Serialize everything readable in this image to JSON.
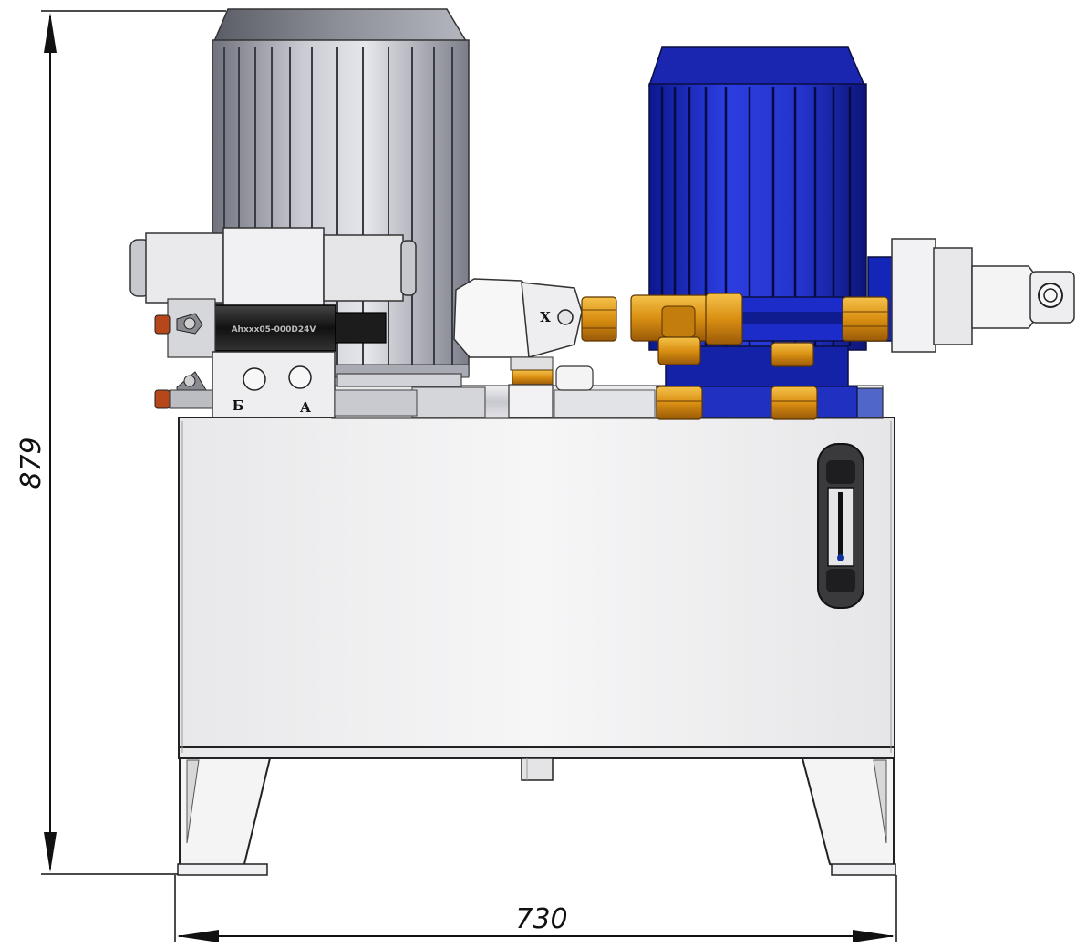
{
  "drawing": {
    "dimensions": {
      "height_value": "879",
      "width_value": "730"
    },
    "ports": {
      "port_b": "Б",
      "port_a": "A",
      "port_x": "X"
    },
    "valve_label": "Ahxxx05-000D24V"
  },
  "colors": {
    "tank": "#f0f0f0",
    "motor_left": "#a6a8b4",
    "motor_right": "#1a2ac8",
    "fittings": "#e0a020",
    "line": "#111111"
  }
}
